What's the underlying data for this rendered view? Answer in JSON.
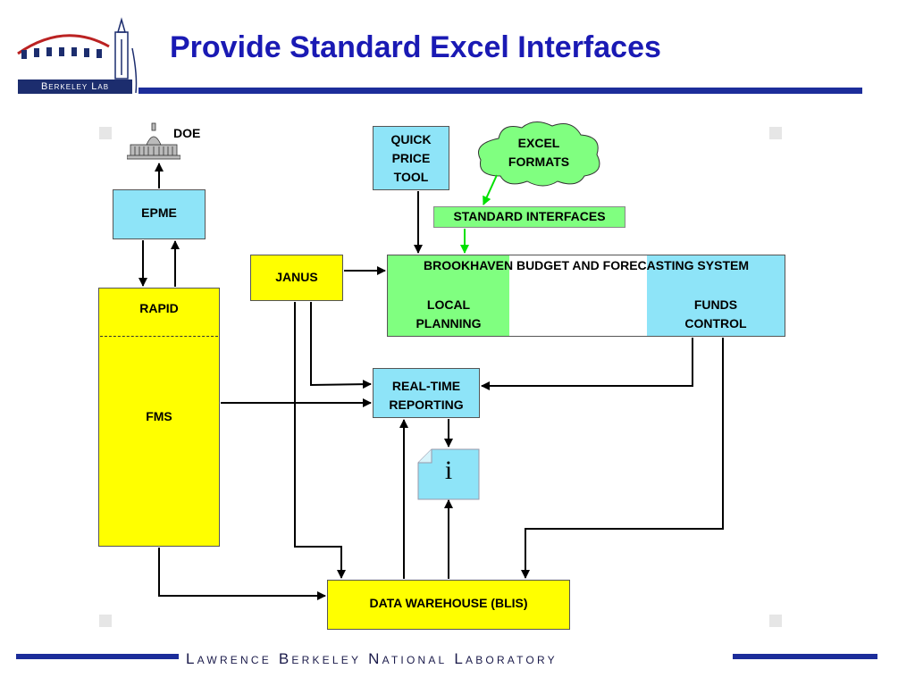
{
  "header": {
    "title": "Provide Standard Excel Interfaces",
    "logo_text": "Berkeley Lab"
  },
  "footer": {
    "text": "Lawrence Berkeley National Laboratory"
  },
  "diagram": {
    "doe": "DOE",
    "epme": "EPME",
    "rapid": "RAPID",
    "fms": "FMS",
    "janus": "JANUS",
    "quick_price_tool": [
      "QUICK",
      "PRICE",
      "TOOL"
    ],
    "excel_formats": [
      "EXCEL",
      "FORMATS"
    ],
    "standard_interfaces": "STANDARD INTERFACES",
    "bbfs_title": "BROOKHAVEN BUDGET AND FORECASTING SYSTEM",
    "local_planning": [
      "LOCAL",
      "PLANNING"
    ],
    "funds_control": [
      "FUNDS",
      "CONTROL"
    ],
    "real_time_reporting": [
      "REAL-TIME",
      "REPORTING"
    ],
    "info_icon_letter": "i",
    "data_warehouse": "DATA WAREHOUSE (BLIS)"
  },
  "colors": {
    "title_blue": "#1a1ab4",
    "rule_blue": "#1c2d9a",
    "cyan": "#8ee4f8",
    "yellow": "#ffff00",
    "green": "#80ff80",
    "arrow_green": "#00e000"
  }
}
